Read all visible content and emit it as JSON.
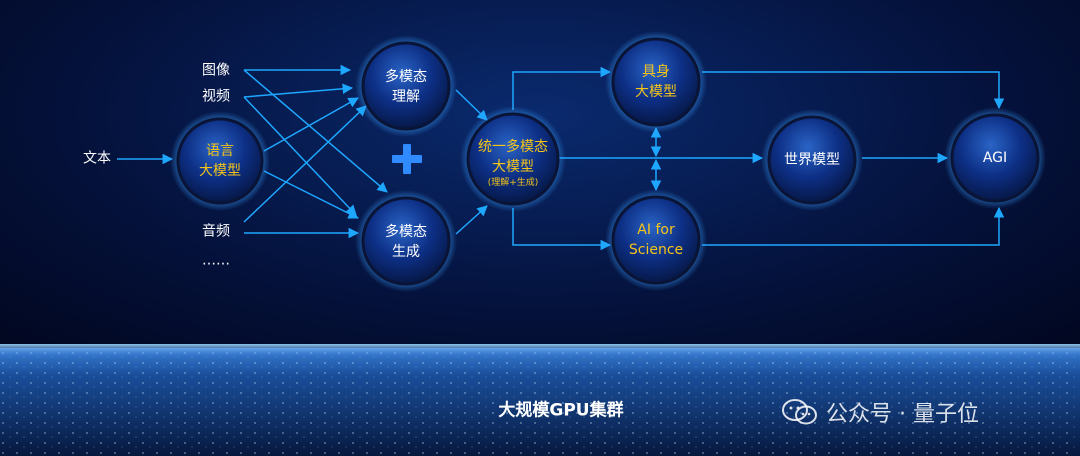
{
  "inputs": {
    "text": "文本",
    "image": "图像",
    "video": "视频",
    "audio": "音频",
    "more": "……"
  },
  "nodes": {
    "language_model": [
      "语言",
      "大模型"
    ],
    "mm_understanding": [
      "多模态",
      "理解"
    ],
    "mm_generation": [
      "多模态",
      "生成"
    ],
    "unified_model": [
      "统一多模态",
      "大模型"
    ],
    "unified_model_sub": "(理解+生成)",
    "embodied_model": [
      "具身",
      "大模型"
    ],
    "ai_for_science": [
      "AI for",
      "Science"
    ],
    "world_model": "世界模型",
    "agi": "AGI"
  },
  "footer": {
    "cluster_label": "大规模GPU集群"
  },
  "watermark": {
    "text": "公众号 · 量子位",
    "icon": "wechat-icon"
  },
  "colors": {
    "background": "#02061a",
    "arrow": "#1ea7ff",
    "node_text_yellow": "#f5c518",
    "node_text_white": "#ffffff",
    "plus": "#2f8bff"
  }
}
